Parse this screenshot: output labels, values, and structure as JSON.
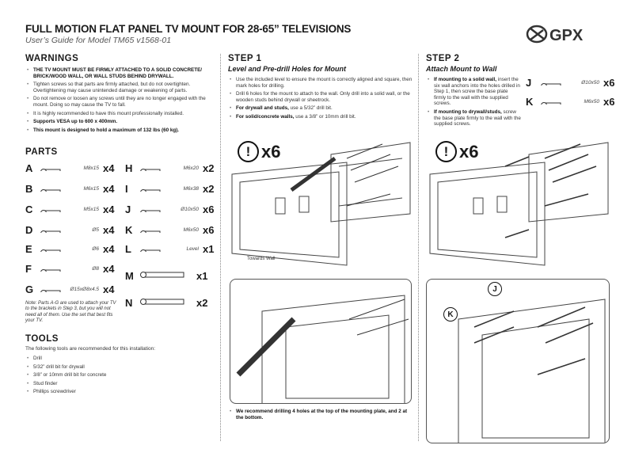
{
  "header": {
    "title": "FULL MOTION FLAT PANEL TV MOUNT FOR 28-65” TELEVISIONS",
    "subtitle": "User’s Guide for  Model TM65 v1568-01",
    "logo": "GPX"
  },
  "warnings": {
    "heading": "WARNINGS",
    "items": [
      {
        "bold": "THE TV MOUNT MUST BE FIRMLY ATTACHED TO A SOLID CONCRETE/ BRICK/WOOD WALL, OR WALL STUDS BEHIND DRYWALL.",
        "text": ""
      },
      {
        "bold": "",
        "text": "Tighten screws so that parts are firmly attached, but do not overtighten. Overtightening may cause unintended damage or weakening of parts."
      },
      {
        "bold": "",
        "text": "Do not remove or loosen any screws until they are no longer engaged with the mount. Doing so may cause the TV to fall."
      },
      {
        "bold": "",
        "text": "It is highly recommended to have this mount professionally installed."
      },
      {
        "bold": "Supports VESA up to 600 x 400mm.",
        "text": ""
      },
      {
        "bold": "This mount is designed to hold a maximum of 132 lbs (60 kg).",
        "text": ""
      }
    ]
  },
  "parts": {
    "heading": "PARTS",
    "left": [
      {
        "letter": "A",
        "spec": "M8x15",
        "qty": "x4"
      },
      {
        "letter": "B",
        "spec": "M6x15",
        "qty": "x4"
      },
      {
        "letter": "C",
        "spec": "M5x15",
        "qty": "x4"
      },
      {
        "letter": "D",
        "spec": "Ø5",
        "qty": "x4"
      },
      {
        "letter": "E",
        "spec": "Ø6",
        "qty": "x4"
      },
      {
        "letter": "F",
        "spec": "Ø8",
        "qty": "x4"
      },
      {
        "letter": "G",
        "spec": "Ø15xØ8x4.5",
        "qty": "x4"
      }
    ],
    "right": [
      {
        "letter": "H",
        "spec": "M6x20",
        "qty": "x2"
      },
      {
        "letter": "I",
        "spec": "M6x38",
        "qty": "x2"
      },
      {
        "letter": "J",
        "spec": "Ø10x50",
        "qty": "x6"
      },
      {
        "letter": "K",
        "spec": "M6x50",
        "qty": "x6"
      },
      {
        "letter": "L",
        "spec": "Level",
        "qty": "x1"
      },
      {
        "letter": "M",
        "spec": "",
        "qty": "x1"
      },
      {
        "letter": "N",
        "spec": "",
        "qty": "x2"
      }
    ],
    "note": "Note: Parts A-G are used to attach your TV to the brackets in Step 3, but you will not need all of them. Use the set that best fits your TV."
  },
  "tools": {
    "heading": "TOOLS",
    "intro": "The following tools are recommended for this installation:",
    "items": [
      "Drill",
      "5/32” drill bit for drywall",
      "3/8” or 10mm drill bit for concrete",
      "Stud finder",
      "Phillips screwdriver"
    ]
  },
  "step1": {
    "heading": "STEP 1",
    "subheading": "Level and Pre-drill Holes for Mount",
    "items": [
      {
        "bold": "",
        "text": "Use the included level to ensure the mount is correctly aligned and square, then mark holes for drilling."
      },
      {
        "bold": "",
        "text": "Drill 6 holes for the mount to attach to the wall. Only drill into a solid wall, or the wooden studs behind drywall or sheetrock."
      },
      {
        "bold": "For drywall and studs,",
        "text": " use a 5/32” drill bit."
      },
      {
        "bold": "For solid/concrete walls,",
        "text": " use a 3/8” or 10mm drill bit."
      }
    ],
    "warning_count": "x6",
    "warning_icon": "!",
    "callout": "Towards Wall",
    "footnote": "We recommend drilling 4 holes at the top of the mounting plate, and 2 at the bottom."
  },
  "step2": {
    "heading": "STEP 2",
    "subheading": "Attach Mount to Wall",
    "items": [
      {
        "bold": "If mounting to a solid wall,",
        "text": " insert the six wall anchors into the holes drilled in Step 1, then screw the base plate firmly to the wall with the supplied screws."
      },
      {
        "bold": "If mounting to drywall/studs,",
        "text": " screw the base plate firmly to the wall with the supplied screws."
      }
    ],
    "parts": [
      {
        "letter": "J",
        "spec": "Ø10x50",
        "qty": "x6"
      },
      {
        "letter": "K",
        "spec": "M6x50",
        "qty": "x6"
      }
    ],
    "warning_count": "x6",
    "warning_icon": "!",
    "labels": [
      "J",
      "K"
    ]
  }
}
